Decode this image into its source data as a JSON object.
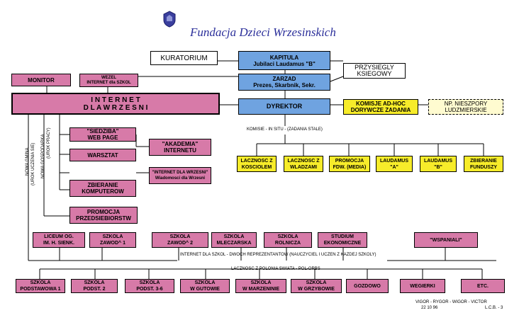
{
  "title": "Fundacja Dzieci Wrzesinskich",
  "nodes": {
    "kuratorium": "KURATORIUM",
    "kapitula": "KAPITULA\nJubilaci Laudamus \"B\"",
    "przysiegly": "PRZYSIEGLY\nKSIEGOWY",
    "zarzad": "ZARZAD\nPrezes, Skarbnik, Sekr.",
    "monitor": "MONITOR",
    "wezel": "WEZEL\nINTERNET dla SZKOL",
    "internet": "I N T E R N E T\nD L A  W R Z E S N I",
    "dyrektor": "DYREKTOR",
    "komisje": "KOMISJE AD-HOC\nDORYWCZE ZADANIA",
    "nieszpory": "NP. NIESZPORY\nLUDZMIERSKIE",
    "siedziba": "\"SIEDZIBA\"\nWEB PAGE",
    "akademia": "\"AKADEMIA\"\nINTERNETU",
    "warsztat": "WARSZTAT",
    "wiadomosci": "\"INTERNET DLA WRZESNI\"\nWiadomosci dla Wrzesni",
    "zbieranie_komp": "ZBIERANIE\nKOMPUTEROW",
    "promocja_przed": "PROMOCJA\nPRZEDSIEBIORSTW",
    "laczn_kosciol": "LACZNOSC Z\nKOSCIOLEM",
    "laczn_wladze": "LACZNOSC Z\nWLADZAMI",
    "promocja_fdw": "PROMOCJA\nFDW. (MEDIA)",
    "laudamus_a": "LAUDAMUS\n\"A\"",
    "laudamus_b": "LAUDAMUS\n\"B\"",
    "zbieranie_fund": "ZBIERANIE\nFUNDUSZY",
    "liceum": "LICEUM OG.\nIM. H. SIENK.",
    "szkola_zaw1": "SZKOLA\nZAWOD^ 1",
    "szkola_zaw2": "SZKOLA\nZAWOD^ 2",
    "szkola_mlecz": "SZKOLA\nMLECZARSKA",
    "szkola_roln": "SZKOLA\nROLNICZA",
    "studium": "STUDIUM\nEKONOMICZNE",
    "wspaniali": "\"WSPANIALI\"",
    "szk_podst1": "SZKOLA\nPODSTAWOWA 1",
    "szk_podst2": "SZKOLA\nPODST. 2",
    "szk_podst36": "SZKOLA\nPODST. 3-6",
    "szk_gutowo": "SZKOLA\nW GUTOWIE",
    "szk_marzen": "SZKOLA\nW MARZENINIE",
    "szk_grzyb": "SZKOLA\nW GRZYBOWIE",
    "gozdowo": "GOZDOWO",
    "wegierki": "WEGIERKI",
    "etc": "ETC."
  },
  "labels": {
    "komisie": "KOMISIE - IN SITU - (ZADANIA STALE)",
    "internet_szkol": "INTERNET DLA SZKOL - DWOCH REPREZENTANTOW (NAUCZYCIEL I UCZEN Z KAZDEJ SZKOLY)",
    "lacznosc_polonia": "LACZNOSC Z POLONIA SWIATA  -  POL-ORBS",
    "nowa_gmina": "NOWA GMINA",
    "urok_uczenia": "(UROK UCZENIA SIE)",
    "nowa_gosp": "NOWA GOSPODARKA",
    "urok_pracy": "(UROK PRACY)",
    "footer1": "VIGOR - RYGOR - WIGOR - VICTOR",
    "footer_date": "22 10 96",
    "footer_lcb": "L.C.B. - 3"
  },
  "colors": {
    "pink": "#d77aa8",
    "blue": "#6fa3e0",
    "yellow": "#f7ec2a",
    "title": "#2b2f9a"
  }
}
